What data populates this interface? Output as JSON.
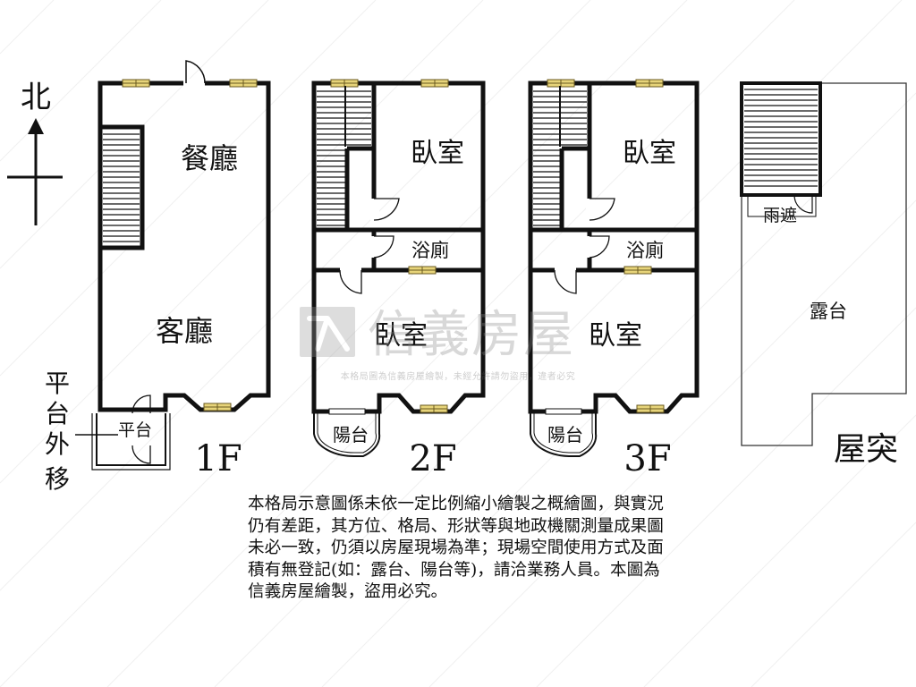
{
  "compass": {
    "label": "北"
  },
  "floors": {
    "f1": {
      "name": "1F",
      "rooms": {
        "dining": "餐廳",
        "living": "客廳",
        "platform": "平台"
      }
    },
    "f2": {
      "name": "2F",
      "rooms": {
        "bedroom_a": "臥室",
        "bath": "浴廁",
        "bedroom_b": "臥室",
        "balcony": "陽台"
      }
    },
    "f3": {
      "name": "3F",
      "rooms": {
        "bedroom_a": "臥室",
        "bath": "浴廁",
        "bedroom_b": "臥室",
        "balcony": "陽台"
      }
    },
    "roof": {
      "name": "屋突",
      "rooms": {
        "canopy": "雨遮",
        "terrace": "露台"
      }
    }
  },
  "side_note": {
    "lines": [
      "平",
      "台",
      "外",
      "移"
    ]
  },
  "watermark": {
    "brand": "信義房屋",
    "notice": "本格局圖為信義房屋繪製，未經允許請勿盜用，違者必究"
  },
  "disclaimer": "本格局示意圖係未依一定比例縮小繪製之概繪圖，與實況\n仍有差距，其方位、格局、形狀等與地政機關測量成果圖\n未必一致，仍須以房屋現場為準；現場空間使用方式及面\n積有無登記(如：露台、陽台等)，請洽業務人員。本圖為\n信義房屋繪製，盜用必究。"
}
